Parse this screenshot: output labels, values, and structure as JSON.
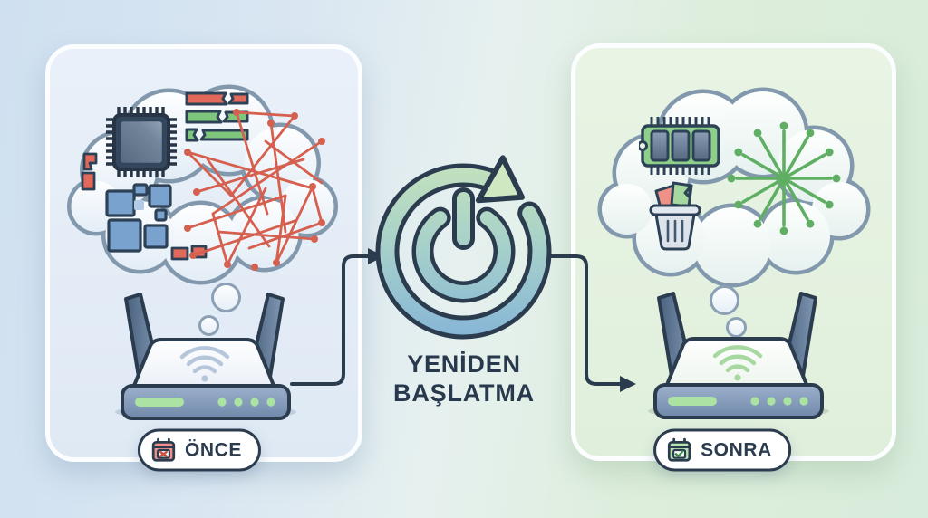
{
  "scene": {
    "title_line1": "YENİDEN",
    "title_line2": "BAŞLATMA",
    "center_icon": "restart-power-icon",
    "flow_icons": [
      "arrow-right-icon",
      "arrow-right-icon"
    ]
  },
  "before": {
    "label": "ÖNCE",
    "badge_icon": "calendar-x-icon",
    "cloud_icons": [
      "cpu-chip-icon",
      "fragmented-memory-bars-icon",
      "broken-chip-icon",
      "scattered-memory-blocks-icon",
      "tangled-network-icon"
    ],
    "device_icon": "wifi-router-icon"
  },
  "after": {
    "label": "SONRA",
    "badge_icon": "calendar-check-icon",
    "cloud_icons": [
      "ram-module-icon",
      "trash-can-icon",
      "clean-star-network-icon"
    ],
    "device_icon": "wifi-router-icon"
  },
  "colors": {
    "bg_left": "#cfe0f0",
    "bg_right": "#d8ecdc",
    "outline_navy": "#2b3c4f",
    "error_red": "#d6604f",
    "ok_green": "#6fbf72",
    "block_blue": "#7aa2cf",
    "led_green": "#abe3a2",
    "cloud_outline": "#8298ad"
  }
}
